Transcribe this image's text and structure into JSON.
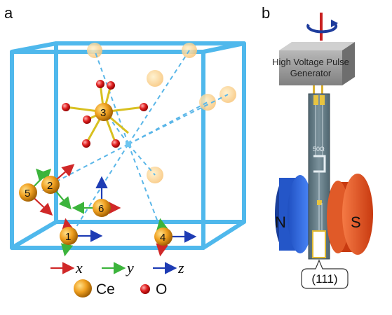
{
  "panel_a": {
    "label": "a",
    "atoms": [
      "1",
      "2",
      "3",
      "4",
      "5",
      "6"
    ],
    "axis_legend": [
      "x",
      "y",
      "z"
    ],
    "species_legend": [
      "Ce",
      "O"
    ]
  },
  "panel_b": {
    "label": "b",
    "generator_line1": "High Voltage Pulse",
    "generator_line2": "Generator",
    "resistor": "50Ω",
    "magnet_north": "N",
    "magnet_south": "S",
    "orientation": "(111)"
  },
  "colors": {
    "cell_edge": "#4fb8ec",
    "cerium": "#f0a020",
    "oxygen": "#e02020",
    "x_axis": "#d02828",
    "y_axis": "#3cb43c",
    "z_axis": "#1e3cb4",
    "north_magnet": "#2f6ee8",
    "south_magnet": "#f05a28"
  }
}
